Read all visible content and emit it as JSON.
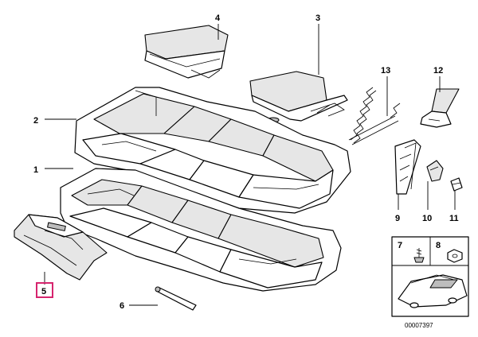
{
  "diagram": {
    "callouts": [
      {
        "id": "1",
        "label": "1"
      },
      {
        "id": "2",
        "label": "2"
      },
      {
        "id": "3",
        "label": "3"
      },
      {
        "id": "4",
        "label": "4"
      },
      {
        "id": "5",
        "label": "5",
        "highlighted": true
      },
      {
        "id": "6",
        "label": "6"
      },
      {
        "id": "7",
        "label": "7"
      },
      {
        "id": "8",
        "label": "8"
      },
      {
        "id": "9",
        "label": "9"
      },
      {
        "id": "10",
        "label": "10"
      },
      {
        "id": "11",
        "label": "11"
      },
      {
        "id": "12",
        "label": "12"
      },
      {
        "id": "13",
        "label": "13"
      }
    ],
    "drawing_code": "00007397",
    "highlight_color": "#d6246e"
  }
}
